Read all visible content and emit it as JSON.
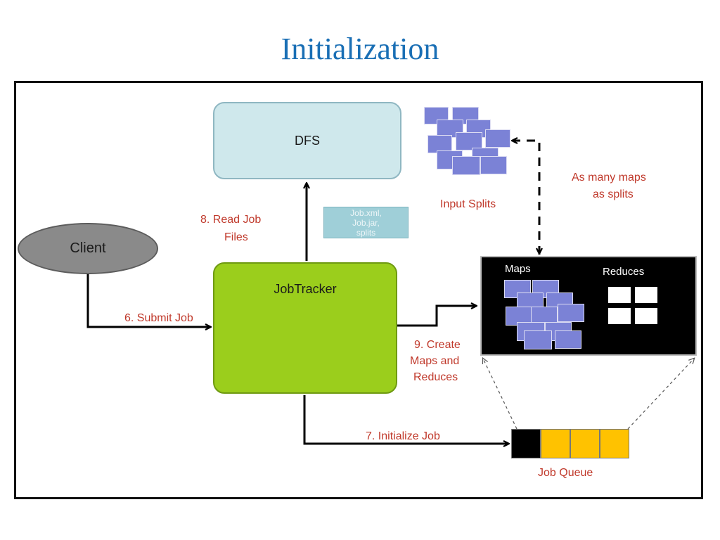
{
  "title": "Initialization",
  "nodes": {
    "dfs": "DFS",
    "jobtracker": "JobTracker",
    "client": "Client",
    "job_files": [
      "Job.xml,",
      "Job.jar,",
      "splits"
    ],
    "maps": "Maps",
    "reduces": "Reduces"
  },
  "labels": {
    "input_splits": "Input Splits",
    "many_maps_line1": "As many maps",
    "many_maps_line2": "as splits",
    "read_job_line1": "8. Read Job",
    "read_job_line2": "Files",
    "submit_job": "6. Submit Job",
    "create_line1": "9. Create",
    "create_line2": "Maps and",
    "create_line3": "Reduces",
    "initialize_job": "7. Initialize Job",
    "job_queue": "Job Queue"
  },
  "colors": {
    "title": "#1a6fb5",
    "labels": "#c0392b",
    "dfs": "#cfe8ec",
    "jobtracker": "#9bce1c",
    "client": "#8a8a8a",
    "split": "#7b82d6",
    "queue_active": "#000000",
    "queue_waiting": "#ffc200"
  }
}
